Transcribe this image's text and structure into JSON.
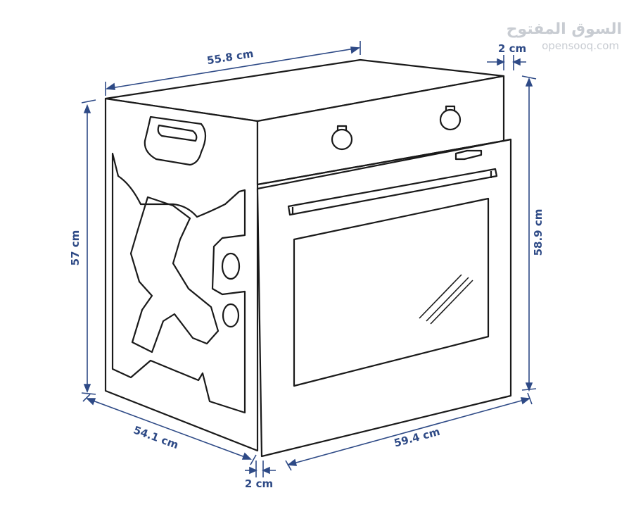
{
  "colors": {
    "dimension": "#2e4a86",
    "line": "#1a1a1a",
    "watermark": "#c8ccd2",
    "background": "#ffffff"
  },
  "dimensions": {
    "top_width": "55.8 cm",
    "top_right_offset": "2 cm",
    "left_height": "57 cm",
    "right_height": "58.9 cm",
    "bottom_depth": "54.1 cm",
    "bottom_front_width": "59.4 cm",
    "bottom_offset": "2 cm"
  },
  "watermark": {
    "arabic": "السوق المفتوح",
    "latin": "opensooq.com"
  }
}
